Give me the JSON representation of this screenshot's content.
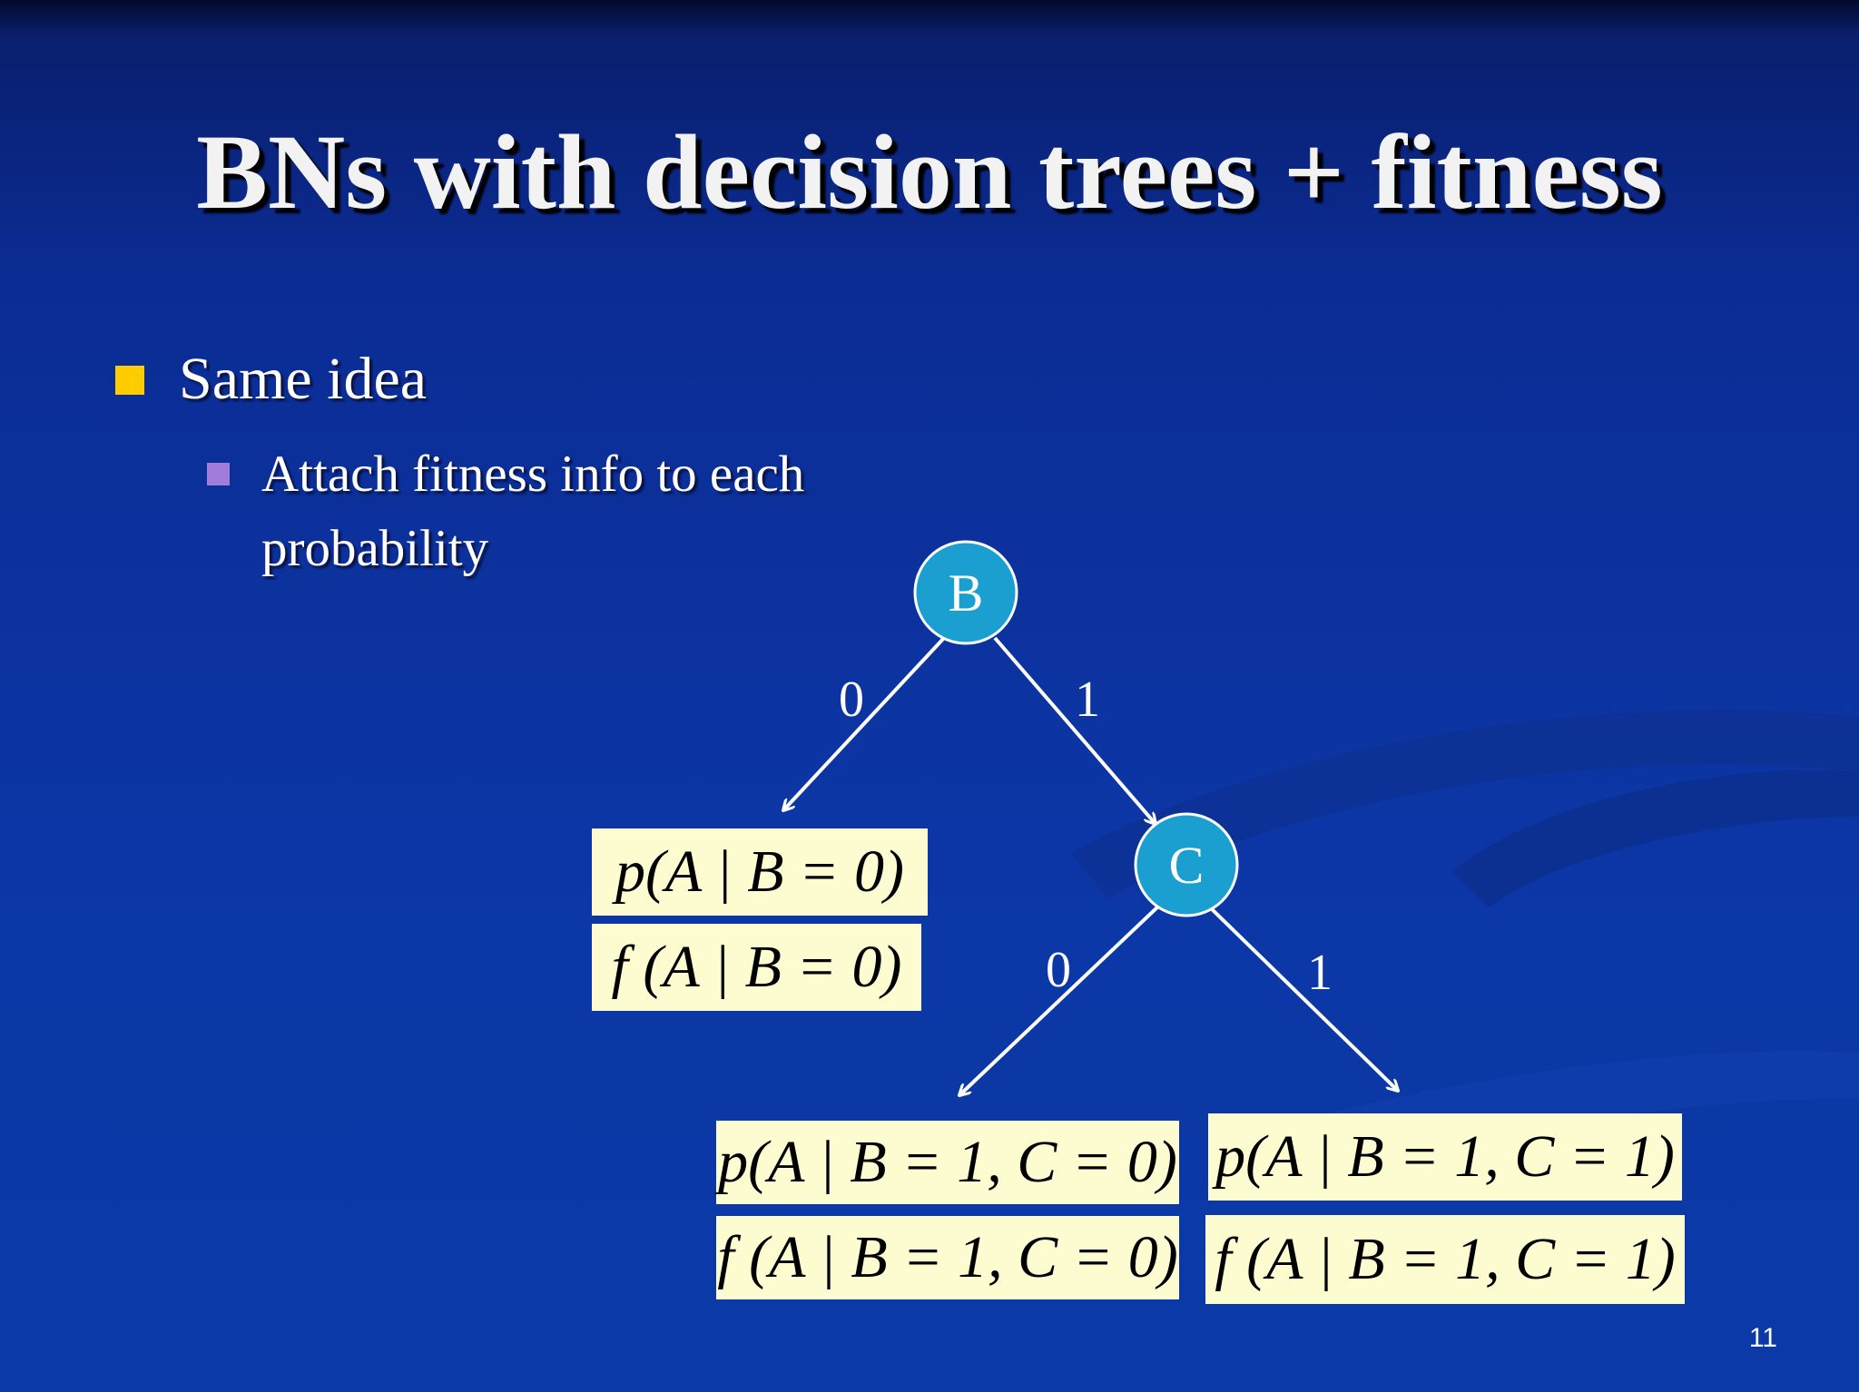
{
  "slide": {
    "title": "BNs with decision trees + fitness",
    "bullets": [
      {
        "text": "Same idea",
        "sub": [
          "Attach fitness info to each probability"
        ]
      }
    ],
    "page_number": "11"
  },
  "colors": {
    "background": "#0b36a5",
    "bullet_level1": "#ffcc00",
    "bullet_level2": "#a07cdb",
    "node_fill": "#1a9fd0",
    "formula_box": "#fdfbd0"
  },
  "diagram": {
    "nodes": [
      {
        "id": "B",
        "label": "B"
      },
      {
        "id": "C",
        "label": "C"
      }
    ],
    "edges": [
      {
        "from": "B",
        "to": "leaf-B0",
        "label": "0"
      },
      {
        "from": "B",
        "to": "C",
        "label": "1"
      },
      {
        "from": "C",
        "to": "leaf-C0",
        "label": "0"
      },
      {
        "from": "C",
        "to": "leaf-C1",
        "label": "1"
      }
    ],
    "leaves": [
      {
        "id": "leaf-B0",
        "p": "p(A | B = 0)",
        "f": "f (A | B = 0)"
      },
      {
        "id": "leaf-C0",
        "p": "p(A | B = 1, C = 0)",
        "f": "f (A | B = 1, C = 0)"
      },
      {
        "id": "leaf-C1",
        "p": "p(A | B = 1, C = 1)",
        "f": "f (A | B = 1, C = 1)"
      }
    ]
  }
}
